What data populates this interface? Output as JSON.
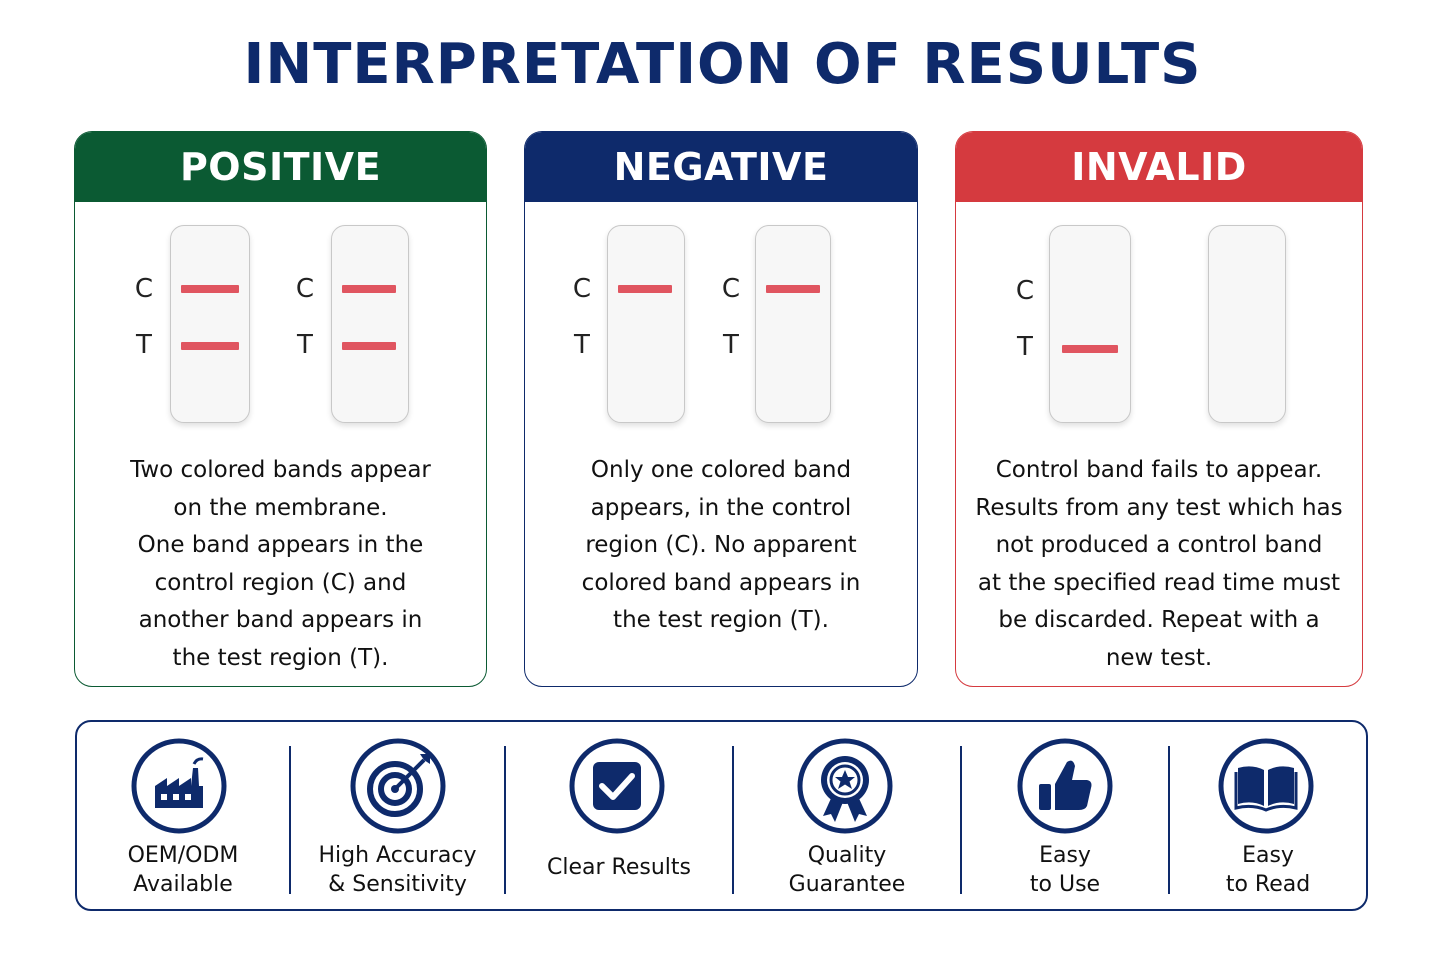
{
  "title": "INTERPRETATION OF RESULTS",
  "colors": {
    "positive": "#0b5a33",
    "negative": "#0e2a6b",
    "invalid": "#d53a3f",
    "band": "#e05560",
    "navy": "#0e2a6b"
  },
  "cards": {
    "positive": {
      "header": "POSITIVE",
      "strip_letters": {
        "c": "C",
        "t": "T"
      },
      "description": [
        "Two colored bands appear",
        "on the membrane.",
        "One band appears in the",
        "control region (C) and",
        "another band appears in",
        "the test region (T)."
      ]
    },
    "negative": {
      "header": "NEGATIVE",
      "strip_letters": {
        "c": "C",
        "t": "T"
      },
      "description": [
        "Only one colored band",
        "appears, in the control",
        "region (C). No apparent",
        "colored band appears in",
        "the test region (T)."
      ]
    },
    "invalid": {
      "header": "INVALID",
      "strip_letters": {
        "c": "C",
        "t": "T"
      },
      "description": [
        "Control band fails to appear.",
        "Results from any test which has",
        "not produced a control band",
        "at the specified read time must",
        "be discarded. Repeat with a",
        "new test."
      ]
    }
  },
  "features": [
    {
      "icon": "factory-icon",
      "line1": "OEM/ODM",
      "line2": "Available"
    },
    {
      "icon": "target-icon",
      "line1": "High Accuracy",
      "line2": "& Sensitivity"
    },
    {
      "icon": "checkbox-icon",
      "line1": "Clear Results",
      "line2": ""
    },
    {
      "icon": "award-badge-icon",
      "line1": "Quality",
      "line2": "Guarantee"
    },
    {
      "icon": "thumbs-up-icon",
      "line1": "Easy",
      "line2": "to Use"
    },
    {
      "icon": "open-book-icon",
      "line1": "Easy",
      "line2": "to Read"
    }
  ]
}
